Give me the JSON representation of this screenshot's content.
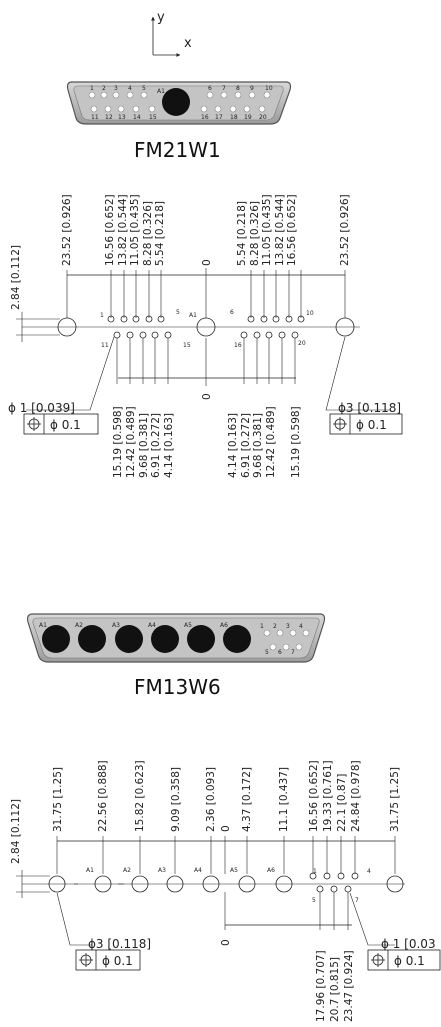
{
  "axes": {
    "x": "x",
    "y": "y"
  },
  "connector1": {
    "name": "FM21W1",
    "big_contact": "A1",
    "top_pins": [
      "1",
      "2",
      "3",
      "4",
      "5",
      "6",
      "7",
      "8",
      "9",
      "10"
    ],
    "bottom_pins": [
      "11",
      "12",
      "13",
      "14",
      "15",
      "16",
      "17",
      "18",
      "19",
      "20"
    ],
    "dims_top_left": [
      "23.52 [0.926]",
      "16.56 [0.652]",
      "13.82 [0.544]",
      "11.05 [0.435]",
      "8.28 [0.326]",
      "5.54 [0.218]"
    ],
    "dims_top_right": [
      "5.54 [0.218]",
      "8.28 [0.326]",
      "11.05 [0.435]",
      "13.82 [0.544]",
      "16.56 [0.652]",
      "23.52 [0.926]"
    ],
    "dims_bottom_left": [
      "15.19 [0.598]",
      "12.42 [0.489]",
      "9.68 [0.381]",
      "6.91 [0.272]",
      "4.14 [0.163]"
    ],
    "dims_bottom_right": [
      "4.14 [0.163]",
      "6.91 [0.272]",
      "9.68 [0.381]",
      "12.42 [0.489]",
      "15.19 [0.598]"
    ],
    "zero_top": "0",
    "zero_bottom": "0",
    "vertical_dim": "2.84 [0.112]",
    "callout_small": {
      "dia": "ϕ 1 [0.039]",
      "tol": "ϕ 0.1"
    },
    "callout_large": {
      "dia": "ϕ3 [0.118]",
      "tol": "ϕ 0.1"
    },
    "marker_1": "1",
    "marker_5": "5",
    "marker_a1": "A1",
    "marker_6": "6",
    "marker_10": "10",
    "marker_11": "11",
    "marker_15": "15",
    "marker_16": "16",
    "marker_20": "20"
  },
  "connector2": {
    "name": "FM13W6",
    "big_contacts": [
      "A1",
      "A2",
      "A3",
      "A4",
      "A5",
      "A6"
    ],
    "top_pins": [
      "1",
      "2",
      "3",
      "4"
    ],
    "bottom_pins": [
      "5",
      "6",
      "7"
    ],
    "dims_top": [
      "31.75 [1.25]",
      "22.56 [0.888]",
      "15.82 [0.623]",
      "9.09 [0.358]",
      "2.36 [0.093]",
      "0",
      "4.37 [0.172]",
      "11.1 [0.437]",
      "16.56 [0.652]",
      "19.33 [0.761]",
      "22.1 [0.87]",
      "24.84 [0.978]",
      "31.75 [1.25]"
    ],
    "dims_bottom": [
      "17.96 [0.707]",
      "20.7 [0.815]",
      "23.47 [0.924]"
    ],
    "zero_bottom": "0",
    "vertical_dim": "2.84 [0.112]",
    "callout_large": {
      "dia": "ϕ3 [0.118]",
      "tol": "ϕ 0.1"
    },
    "callout_small": {
      "dia": "ϕ 1 [0.03",
      "tol": "ϕ 0.1"
    },
    "marker_1": "1",
    "marker_4": "4",
    "marker_5": "5",
    "marker_7": "7"
  }
}
